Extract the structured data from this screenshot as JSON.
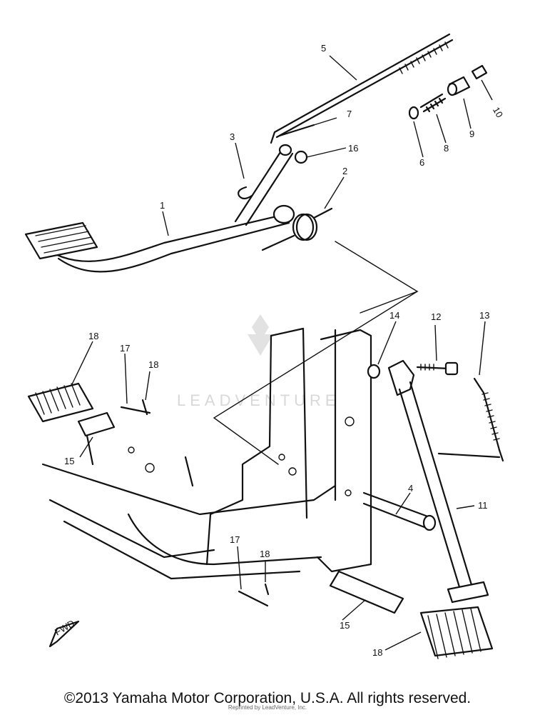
{
  "callouts": [
    {
      "id": "c1",
      "text": "1"
    },
    {
      "id": "c2",
      "text": "2"
    },
    {
      "id": "c3",
      "text": "3"
    },
    {
      "id": "c4",
      "text": "4"
    },
    {
      "id": "c5",
      "text": "5"
    },
    {
      "id": "c6",
      "text": "6"
    },
    {
      "id": "c7",
      "text": "7"
    },
    {
      "id": "c8",
      "text": "8"
    },
    {
      "id": "c9",
      "text": "9"
    },
    {
      "id": "c10",
      "text": "10"
    },
    {
      "id": "c11",
      "text": "11"
    },
    {
      "id": "c12",
      "text": "12"
    },
    {
      "id": "c13",
      "text": "13"
    },
    {
      "id": "c14",
      "text": "14"
    },
    {
      "id": "c15a",
      "text": "15"
    },
    {
      "id": "c15b",
      "text": "15"
    },
    {
      "id": "c16",
      "text": "16"
    },
    {
      "id": "c17a",
      "text": "17"
    },
    {
      "id": "c17b",
      "text": "17"
    },
    {
      "id": "c18a",
      "text": "18"
    },
    {
      "id": "c18b",
      "text": "18"
    },
    {
      "id": "c18c",
      "text": "18"
    },
    {
      "id": "c18d",
      "text": "18"
    }
  ],
  "fwd_label": "FWD",
  "watermark": "LEADVENTURE",
  "copyright": "©2013 Yamaha Motor Corporation, U.S.A. All rights reserved.",
  "reprint_note": "Reprinted by LeadVenture, Inc."
}
